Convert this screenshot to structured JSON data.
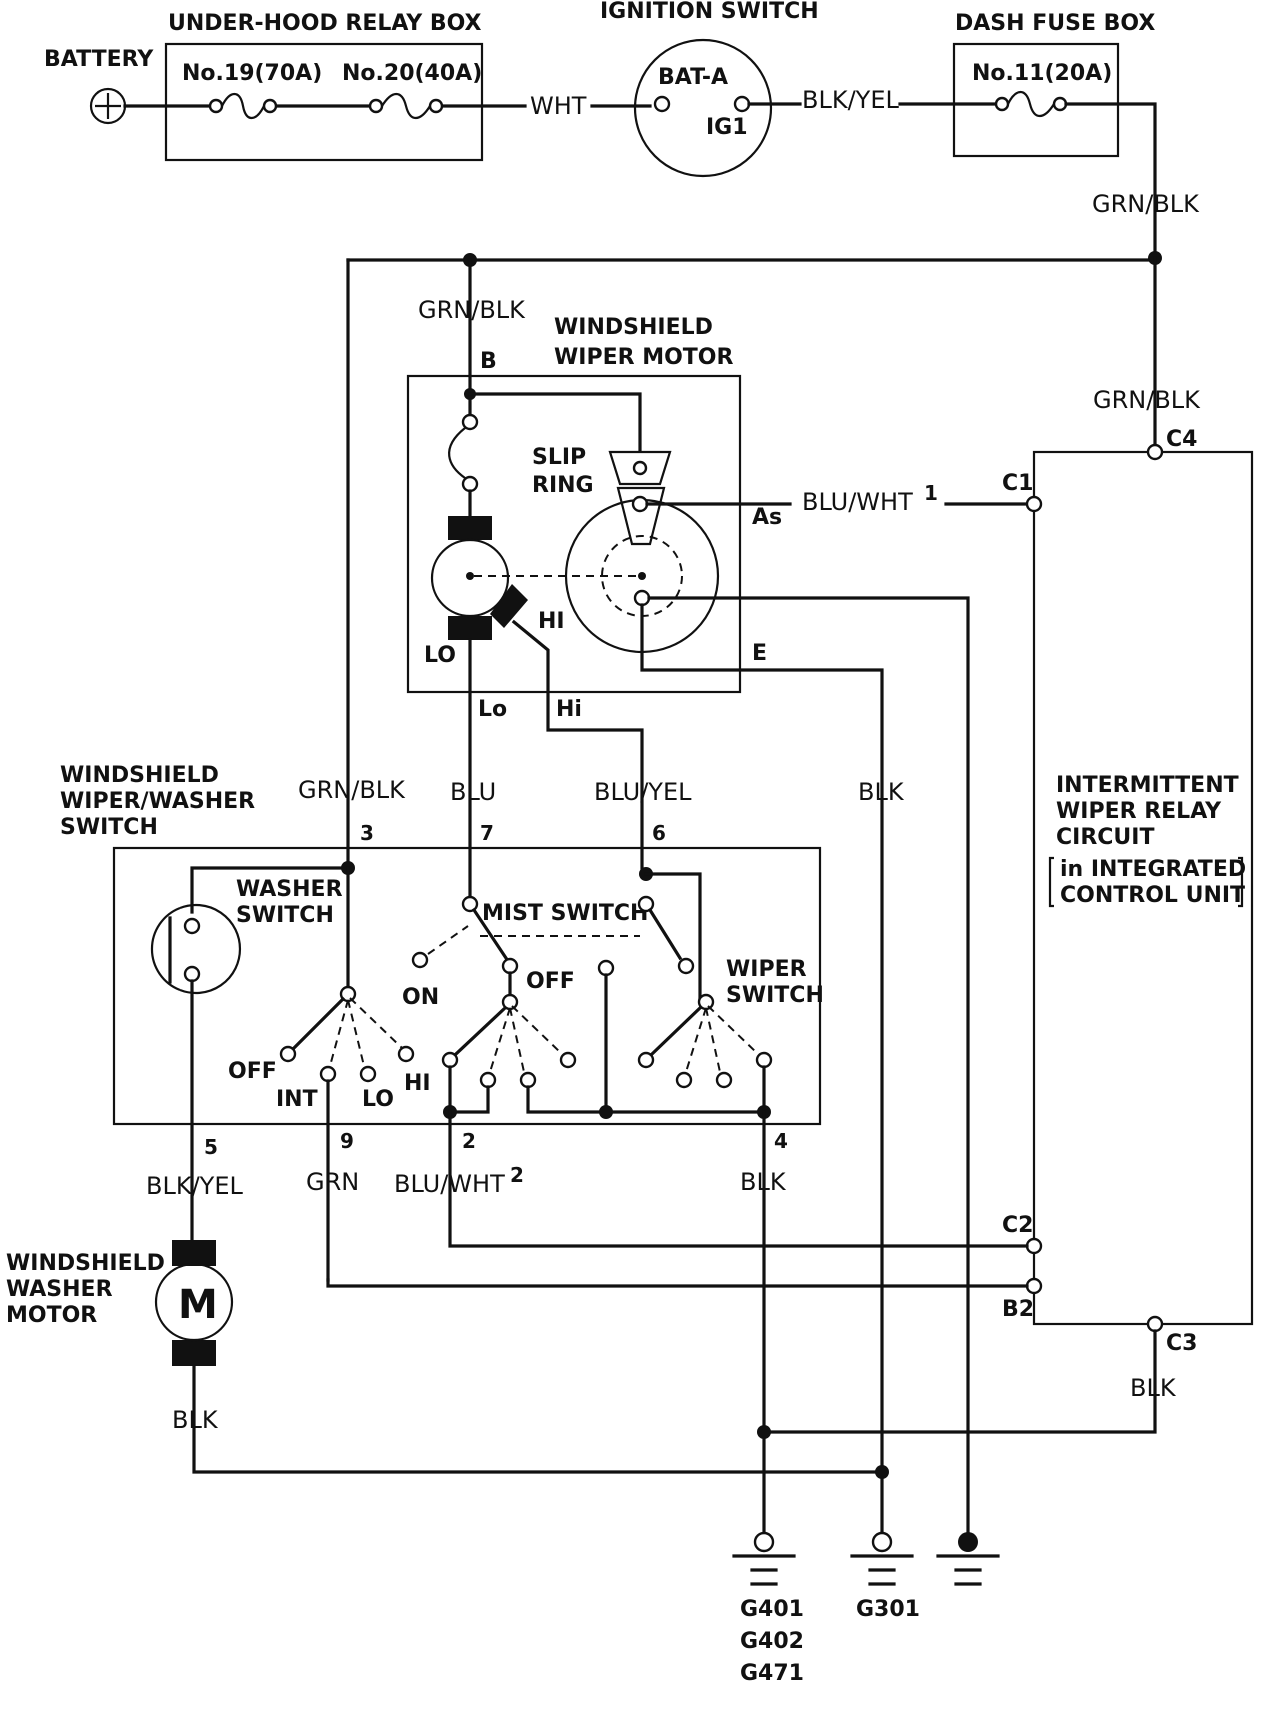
{
  "battery": {
    "label": "BATTERY"
  },
  "relay_box": {
    "title": "UNDER-HOOD RELAY BOX",
    "fuse1": "No.19(70A)",
    "fuse2": "No.20(40A)"
  },
  "ignition": {
    "title": "IGNITION SWITCH",
    "bat": "BAT-A",
    "ig": "IG1"
  },
  "dash_fuse": {
    "title": "DASH FUSE BOX",
    "fuse": "No.11(20A)"
  },
  "wires": {
    "wht": "WHT",
    "blk_yel_top": "BLK/YEL",
    "grn_blk_1": "GRN/BLK",
    "grn_blk_2": "GRN/BLK",
    "grn_blk_3": "GRN/BLK",
    "grn_blk_4": "GRN/BLK",
    "blu_wht1": "BLU/WHT",
    "blu_wht1_sup": "1",
    "blu": "BLU",
    "blu_yel": "BLU/YEL",
    "blk_1": "BLK",
    "blk_yel_washer": "BLK/YEL",
    "grn": "GRN",
    "blu_wht2": "BLU/WHT",
    "blu_wht2_sup": "2",
    "blk_2": "BLK",
    "blk_3": "BLK",
    "blk_4": "BLK"
  },
  "wiper_motor": {
    "title_1": "WINDSHIELD",
    "title_2": "WIPER MOTOR",
    "slip_1": "SLIP",
    "slip_2": "RING",
    "b": "B",
    "as": "As",
    "e": "E",
    "lo": "LO",
    "hi": "HI",
    "lo_pin": "Lo",
    "hi_pin": "Hi"
  },
  "relay_unit": {
    "line1": "INTERMITTENT",
    "line2": "WIPER RELAY",
    "line3": "CIRCUIT",
    "line4": "in INTEGRATED",
    "line5": "CONTROL UNIT",
    "c1": "C1",
    "c2": "C2",
    "c3": "C3",
    "c4": "C4",
    "b2": "B2"
  },
  "switch_assy": {
    "title_1": "WINDSHIELD",
    "title_2": "WIPER/WASHER",
    "title_3": "SWITCH",
    "washer_1": "WASHER",
    "washer_2": "SWITCH",
    "mist": "MIST SWITCH",
    "on": "ON",
    "off_mist": "OFF",
    "wiper_1": "WIPER",
    "wiper_2": "SWITCH",
    "off": "OFF",
    "int": "INT",
    "lo": "LO",
    "hi": "HI",
    "pins": [
      "3",
      "7",
      "6",
      "5",
      "9",
      "2",
      "4"
    ]
  },
  "washer_motor": {
    "title_1": "WINDSHIELD",
    "title_2": "WASHER",
    "title_3": "MOTOR",
    "m": "M"
  },
  "grounds": {
    "g401": "G401",
    "g402": "G402",
    "g471": "G471",
    "g301": "G301"
  }
}
